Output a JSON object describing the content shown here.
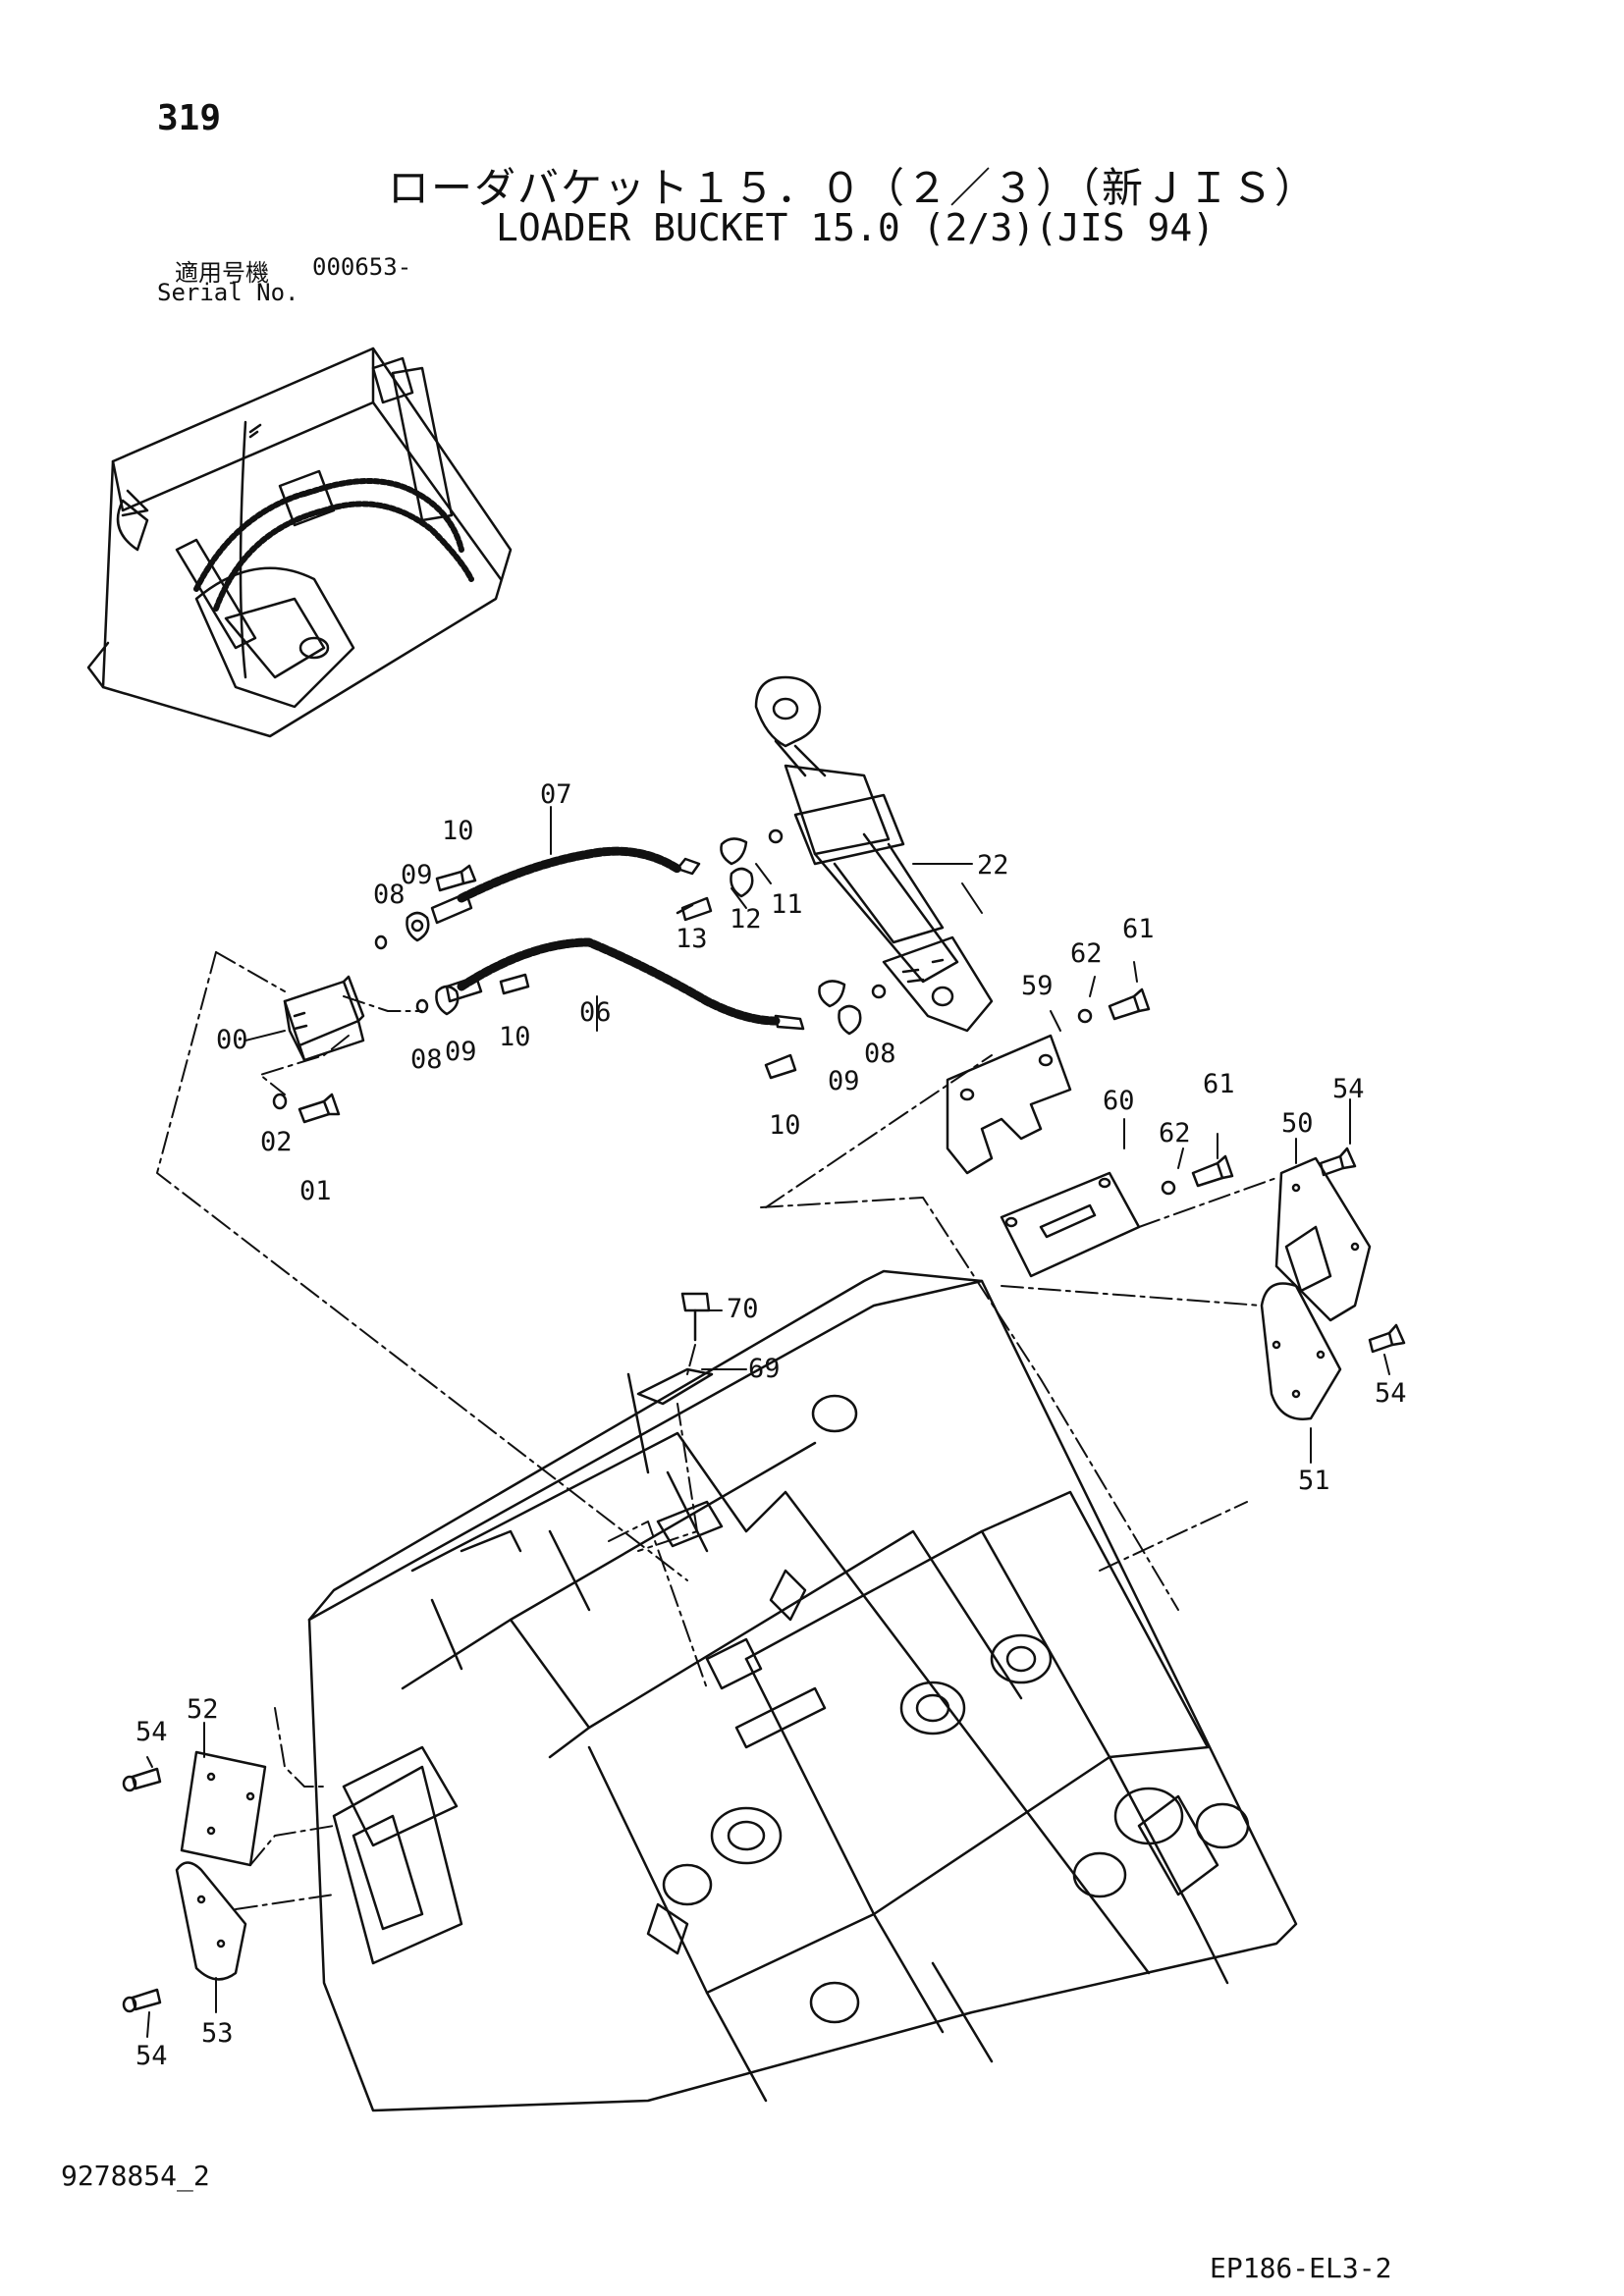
{
  "header": {
    "page_number": "319",
    "title_jp": "ローダバケット１５．０（２／３）（新ＪＩＳ）",
    "title_en": "LOADER BUCKET 15.0 (2/3)(JIS 94)",
    "serial_label_jp": "適用号機",
    "serial_label_en": "Serial No.",
    "serial_value": "000653-"
  },
  "footer": {
    "drawing_number": "9278854_2",
    "page_code": "EP186-EL3-2"
  },
  "callouts": {
    "c07": "07",
    "c10a": "10",
    "c09a": "09",
    "c08a": "08",
    "c13": "13",
    "c12": "12",
    "c11": "11",
    "c22": "22",
    "c00": "00",
    "c08b": "08",
    "c09b": "09",
    "c10b": "10",
    "c06": "06",
    "c09c": "09",
    "c08c": "08",
    "c10c": "10",
    "c02": "02",
    "c01": "01",
    "c59": "59",
    "c62a": "62",
    "c61a": "61",
    "c60": "60",
    "c62b": "62",
    "c61b": "61",
    "c50": "50",
    "c54a": "54",
    "c54b": "54",
    "c51": "51",
    "c70": "70",
    "c69": "69",
    "c52": "52",
    "c54c": "54",
    "c54d": "54",
    "c53": "53"
  }
}
